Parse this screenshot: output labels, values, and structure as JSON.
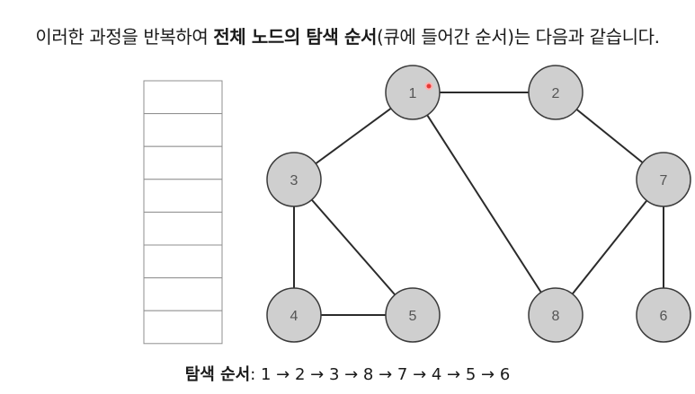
{
  "caption": {
    "before": "이러한 과정을 반복하여 ",
    "bold": "전체 노드의 탐색 순서",
    "after": "(큐에 들어간 순서)는 다음과 같습니다."
  },
  "queue": {
    "cells": 8
  },
  "graph": {
    "nodes": [
      {
        "id": "1",
        "label": "1"
      },
      {
        "id": "2",
        "label": "2"
      },
      {
        "id": "3",
        "label": "3"
      },
      {
        "id": "4",
        "label": "4"
      },
      {
        "id": "5",
        "label": "5"
      },
      {
        "id": "6",
        "label": "6"
      },
      {
        "id": "7",
        "label": "7"
      },
      {
        "id": "8",
        "label": "8"
      }
    ],
    "edges": [
      [
        "1",
        "2"
      ],
      [
        "1",
        "3"
      ],
      [
        "1",
        "8"
      ],
      [
        "2",
        "7"
      ],
      [
        "3",
        "4"
      ],
      [
        "3",
        "5"
      ],
      [
        "4",
        "5"
      ],
      [
        "7",
        "8"
      ],
      [
        "7",
        "6"
      ]
    ],
    "highlight_color": "#e53935"
  },
  "footer": {
    "label": "탐색 순서",
    "sequence": "1 → 2 → 3 → 8 → 7 → 4 → 5 → 6"
  }
}
